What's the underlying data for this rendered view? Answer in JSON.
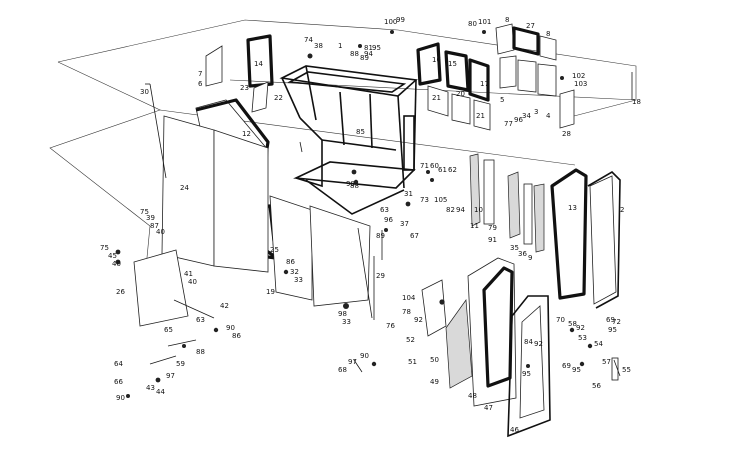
{
  "part_labels": [
    {
      "id": "p100",
      "text": "100"
    },
    {
      "id": "p99",
      "text": "99"
    },
    {
      "id": "p80",
      "text": "80"
    },
    {
      "id": "p101",
      "text": "101"
    },
    {
      "id": "p8a",
      "text": "8"
    },
    {
      "id": "p27",
      "text": "27"
    },
    {
      "id": "p8b",
      "text": "8"
    },
    {
      "id": "p74",
      "text": "74"
    },
    {
      "id": "p38",
      "text": "38"
    },
    {
      "id": "p1",
      "text": "1"
    },
    {
      "id": "p81",
      "text": "81"
    },
    {
      "id": "p95a",
      "text": "95"
    },
    {
      "id": "p94",
      "text": "94"
    },
    {
      "id": "p88",
      "text": "88"
    },
    {
      "id": "p89",
      "text": "89"
    },
    {
      "id": "p16",
      "text": "16"
    },
    {
      "id": "p15",
      "text": "15"
    },
    {
      "id": "p17",
      "text": "17"
    },
    {
      "id": "p14",
      "text": "14"
    },
    {
      "id": "p7",
      "text": "7"
    },
    {
      "id": "p6",
      "text": "6"
    },
    {
      "id": "p102",
      "text": "102"
    },
    {
      "id": "p103",
      "text": "103"
    },
    {
      "id": "p18",
      "text": "18"
    },
    {
      "id": "p23",
      "text": "23"
    },
    {
      "id": "p22",
      "text": "22"
    },
    {
      "id": "p30",
      "text": "30"
    },
    {
      "id": "p21a",
      "text": "21"
    },
    {
      "id": "p20",
      "text": "20"
    },
    {
      "id": "p5",
      "text": "5"
    },
    {
      "id": "p3",
      "text": "3"
    },
    {
      "id": "p4",
      "text": "4"
    },
    {
      "id": "p21b",
      "text": "21"
    },
    {
      "id": "p77",
      "text": "77"
    },
    {
      "id": "p96",
      "text": "96"
    },
    {
      "id": "p34",
      "text": "34"
    },
    {
      "id": "p28",
      "text": "28"
    },
    {
      "id": "p12",
      "text": "12"
    },
    {
      "id": "p85",
      "text": "85"
    },
    {
      "id": "p62",
      "text": "62"
    },
    {
      "id": "p60",
      "text": "60"
    },
    {
      "id": "p61",
      "text": "61"
    },
    {
      "id": "p71",
      "text": "71"
    },
    {
      "id": "p88b",
      "text": "88"
    },
    {
      "id": "p98",
      "text": "98"
    },
    {
      "id": "p24",
      "text": "24"
    },
    {
      "id": "p31",
      "text": "31"
    },
    {
      "id": "p73",
      "text": "73"
    },
    {
      "id": "p105",
      "text": "105"
    },
    {
      "id": "p82",
      "text": "82"
    },
    {
      "id": "p94b",
      "text": "94"
    },
    {
      "id": "p10",
      "text": "10"
    },
    {
      "id": "p13",
      "text": "13"
    },
    {
      "id": "p2",
      "text": "2"
    },
    {
      "id": "p63",
      "text": "63"
    },
    {
      "id": "p96b",
      "text": "96"
    },
    {
      "id": "p37",
      "text": "37"
    },
    {
      "id": "p89b",
      "text": "89"
    },
    {
      "id": "p67",
      "text": "67"
    },
    {
      "id": "p11",
      "text": "11"
    },
    {
      "id": "p79",
      "text": "79"
    },
    {
      "id": "p91",
      "text": "91"
    },
    {
      "id": "p35",
      "text": "35"
    },
    {
      "id": "p36",
      "text": "36"
    },
    {
      "id": "p9",
      "text": "9"
    },
    {
      "id": "p75a",
      "text": "75"
    },
    {
      "id": "p39",
      "text": "39"
    },
    {
      "id": "p87",
      "text": "87"
    },
    {
      "id": "p40a",
      "text": "40"
    },
    {
      "id": "p75b",
      "text": "75"
    },
    {
      "id": "p45",
      "text": "45"
    },
    {
      "id": "p40b",
      "text": "40"
    },
    {
      "id": "p25",
      "text": "25"
    },
    {
      "id": "p86",
      "text": "86"
    },
    {
      "id": "p32",
      "text": "32"
    },
    {
      "id": "p33",
      "text": "33"
    },
    {
      "id": "p29",
      "text": "29"
    },
    {
      "id": "p19",
      "text": "19"
    },
    {
      "id": "p41",
      "text": "41"
    },
    {
      "id": "p40c",
      "text": "40"
    },
    {
      "id": "p26",
      "text": "26"
    },
    {
      "id": "p42",
      "text": "42"
    },
    {
      "id": "p63b",
      "text": "63"
    },
    {
      "id": "p65",
      "text": "65"
    },
    {
      "id": "p90",
      "text": "90"
    },
    {
      "id": "p86b",
      "text": "86"
    },
    {
      "id": "p98b",
      "text": "98"
    },
    {
      "id": "p33b",
      "text": "33"
    },
    {
      "id": "p76",
      "text": "76"
    },
    {
      "id": "p104",
      "text": "104"
    },
    {
      "id": "p78",
      "text": "78"
    },
    {
      "id": "p92",
      "text": "92"
    },
    {
      "id": "p52",
      "text": "52"
    },
    {
      "id": "p50",
      "text": "50"
    },
    {
      "id": "p51",
      "text": "51"
    },
    {
      "id": "p49",
      "text": "49"
    },
    {
      "id": "p69",
      "text": "69"
    },
    {
      "id": "p70",
      "text": "70"
    },
    {
      "id": "p58",
      "text": "58"
    },
    {
      "id": "p92b",
      "text": "92"
    },
    {
      "id": "p53",
      "text": "53"
    },
    {
      "id": "p72",
      "text": "72"
    },
    {
      "id": "p95b",
      "text": "95"
    },
    {
      "id": "p54",
      "text": "54"
    },
    {
      "id": "p57",
      "text": "57"
    },
    {
      "id": "p84",
      "text": "84"
    },
    {
      "id": "p92c",
      "text": "92"
    },
    {
      "id": "p95c",
      "text": "95"
    },
    {
      "id": "p69b",
      "text": "69"
    },
    {
      "id": "p95d",
      "text": "95"
    },
    {
      "id": "p56",
      "text": "56"
    },
    {
      "id": "p55",
      "text": "55"
    },
    {
      "id": "p48",
      "text": "48"
    },
    {
      "id": "p47",
      "text": "47"
    },
    {
      "id": "p46",
      "text": "46"
    },
    {
      "id": "p59",
      "text": "59"
    },
    {
      "id": "p88c",
      "text": "88"
    },
    {
      "id": "p64",
      "text": "64"
    },
    {
      "id": "p66",
      "text": "66"
    },
    {
      "id": "p43",
      "text": "43"
    },
    {
      "id": "p44",
      "text": "44"
    },
    {
      "id": "p97",
      "text": "97"
    },
    {
      "id": "p90b",
      "text": "90"
    },
    {
      "id": "p97b",
      "text": "97"
    },
    {
      "id": "p68",
      "text": "68"
    },
    {
      "id": "p90c",
      "text": "90"
    }
  ]
}
